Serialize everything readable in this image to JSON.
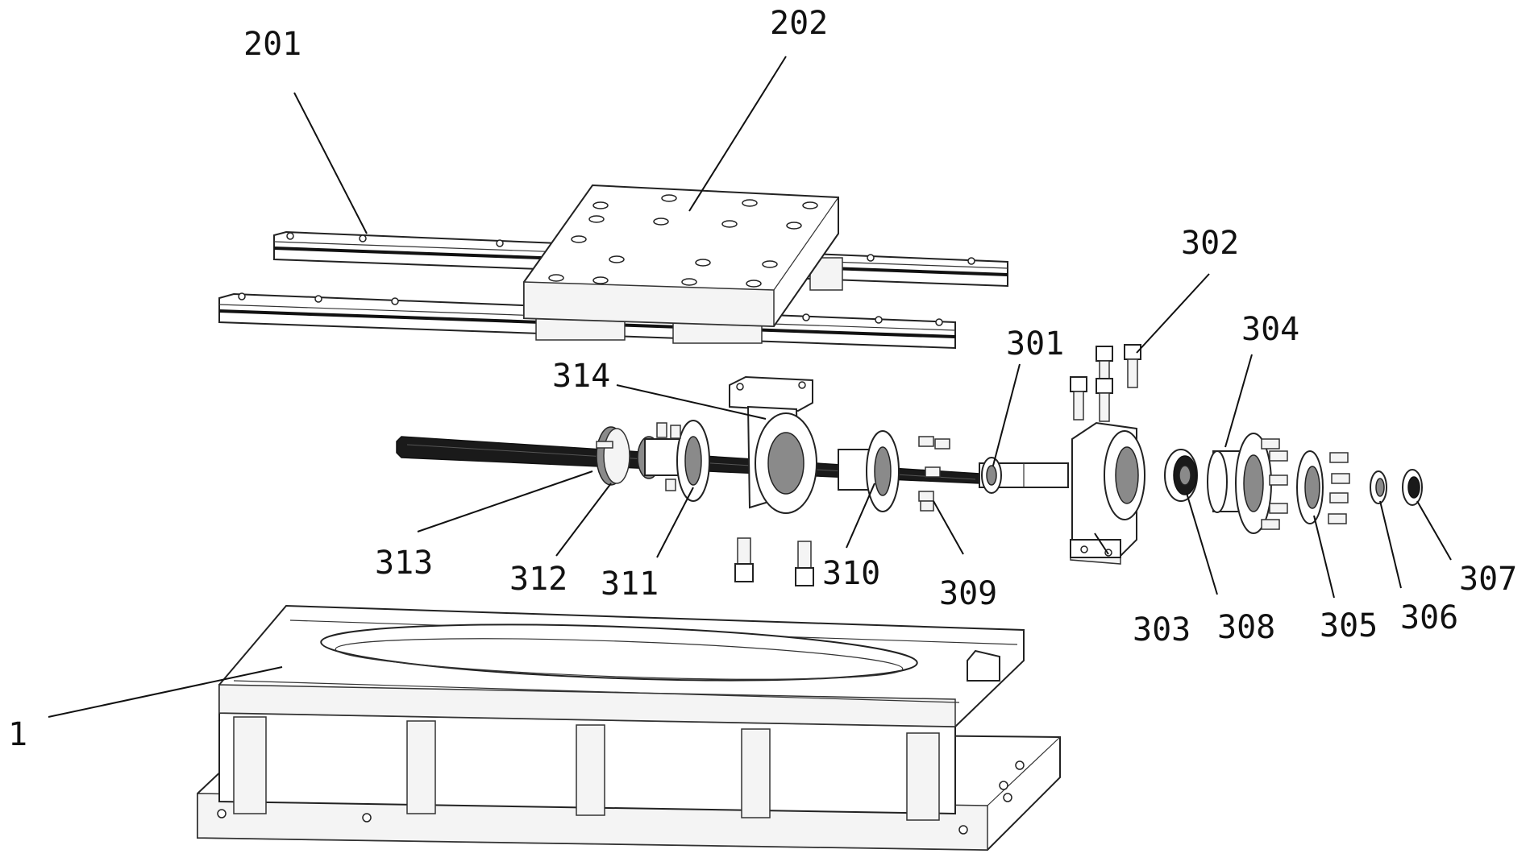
{
  "callouts": {
    "base": "1",
    "rails": "201",
    "slide_table": "202",
    "coupling": "301",
    "bolts": "302",
    "motor_seat": "303",
    "flange_housing": "304",
    "flange_plate": "305",
    "lock_ring": "306",
    "lock_nut": "307",
    "bearing": "308",
    "screws": "309",
    "nut_bearing": "310",
    "nut_flange": "311",
    "end_collar": "312",
    "lead_screw": "313",
    "nut_seat": "314"
  },
  "colors": {
    "line": "#111111",
    "dark_part": "#1a1a1a",
    "grey_part": "#8a8a8a",
    "background": "#ffffff"
  }
}
